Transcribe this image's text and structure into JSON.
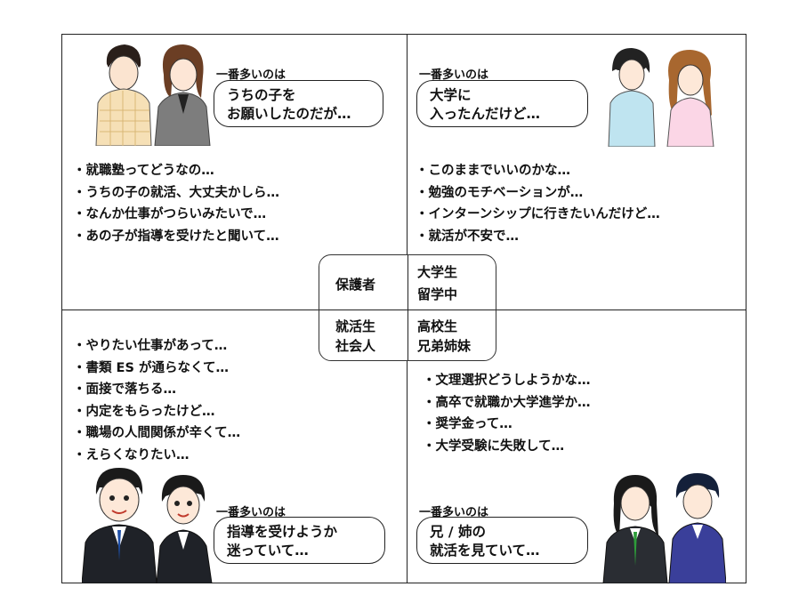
{
  "center": {
    "top_left": "保護者",
    "top_right_1": "大学生",
    "top_right_2": "留学中",
    "bottom_left_1": "就活生",
    "bottom_left_2": "社会人",
    "bottom_right_1": "高校生",
    "bottom_right_2": "兄弟姉妹"
  },
  "quadrants": {
    "parents": {
      "label": "一番多いのは",
      "bubble_1": "うちの子を",
      "bubble_2": "お願いしたのだが…",
      "items": [
        "就職塾ってどうなの…",
        "うちの子の就活、大丈夫かしら…",
        "なんか仕事がつらいみたいで…",
        "あの子が指導を受けたと聞いて…"
      ]
    },
    "university": {
      "label": "一番多いのは",
      "bubble_1": "大学に",
      "bubble_2": "入ったんだけど…",
      "items": [
        "このままでいいのかな…",
        "勉強のモチベーションが…",
        "インターンシップに行きたいんだけど…",
        "就活が不安で…"
      ]
    },
    "jobseeker": {
      "label": "一番多いのは",
      "bubble_1": "指導を受けようか",
      "bubble_2": "迷っていて…",
      "items": [
        "やりたい仕事があって…",
        "書類 ES が通らなくて…",
        "面接で落ちる…",
        "内定をもらったけど…",
        "職場の人間関係が辛くて…",
        "えらくなりたい…"
      ]
    },
    "highschool": {
      "label": "一番多いのは",
      "bubble_1": "兄 / 姉の",
      "bubble_2": "就活を見ていて…",
      "items": [
        "文理選択どうしようかな…",
        "高卒で就職か大学進学か…",
        "奨学金って…",
        "大学受験に失敗して…"
      ]
    }
  }
}
